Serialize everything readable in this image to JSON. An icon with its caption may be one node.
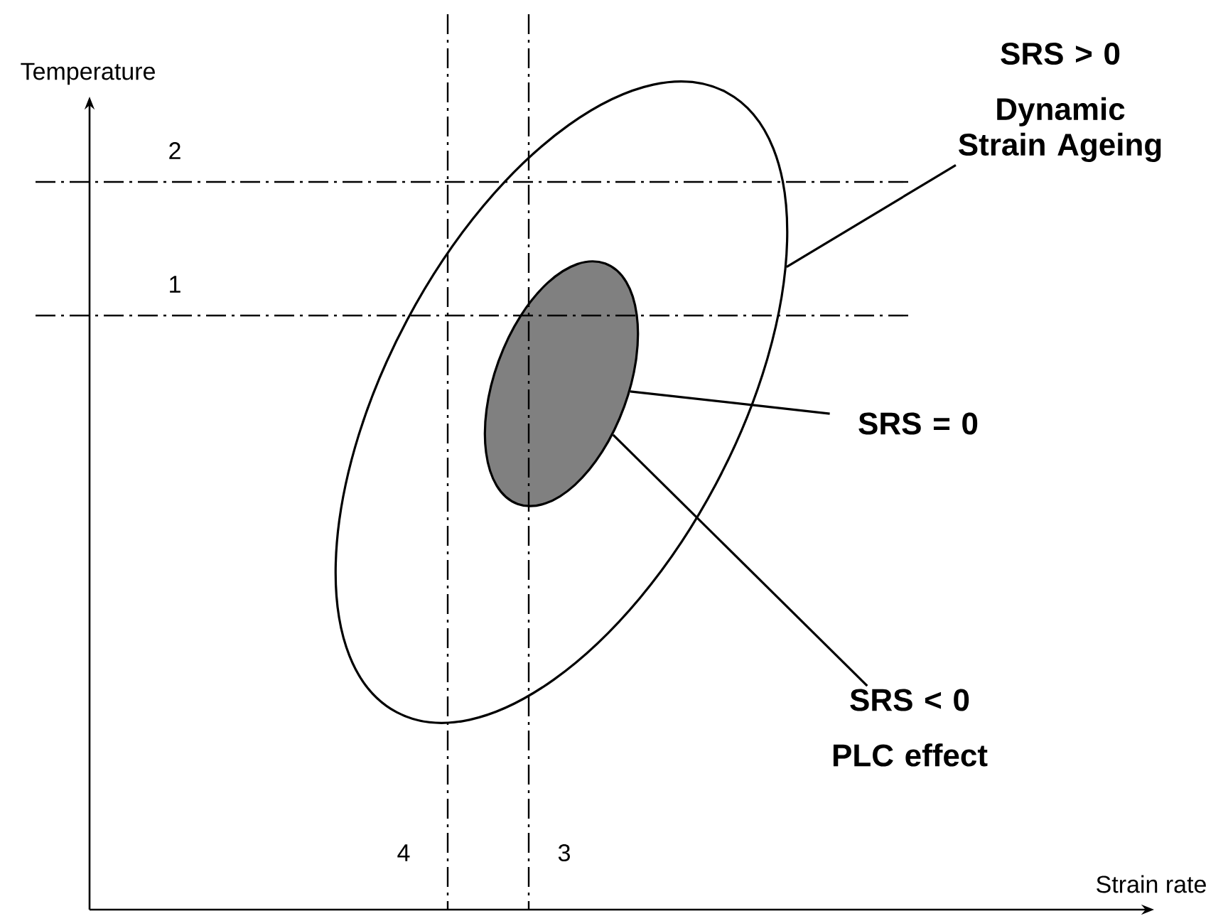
{
  "diagram": {
    "nodes": [
      {
        "text": [],
        "shape": "ellipse"
      },
      {
        "text": [],
        "shape": "ellipse",
        "in": 0
      },
      {
        "text": [
          "SRS > 0",
          "Dynamic Strain Ageing"
        ]
      },
      {
        "text": [
          "SRS = 0"
        ]
      },
      {
        "text": [
          "SRS < 0",
          "PLC effect"
        ]
      }
    ],
    "edges": [
      {
        "from": 2,
        "to": 0,
        "arrow": "none"
      },
      {
        "from": 3,
        "to": 1,
        "arrow": "none"
      },
      {
        "from": 4,
        "to": 1,
        "arrow": "none"
      }
    ],
    "labels": [
      "Temperature",
      "2",
      "1",
      "4",
      "3",
      "Strain rate"
    ]
  }
}
